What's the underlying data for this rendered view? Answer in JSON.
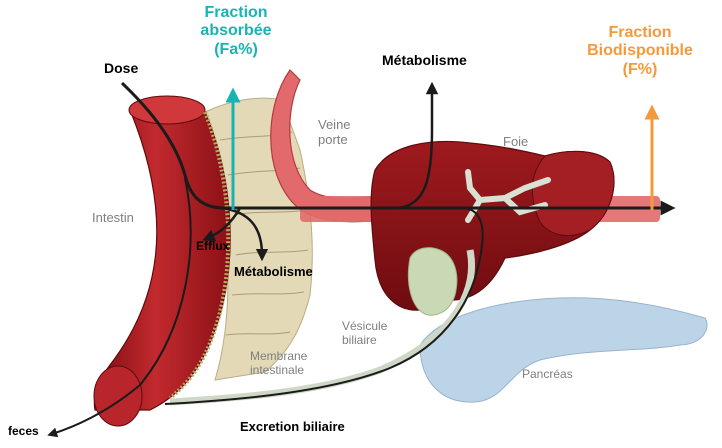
{
  "labels": {
    "dose": "Dose",
    "fa_line1": "Fraction",
    "fa_line2": "absorbée",
    "fa_line3": "(Fa%)",
    "metabolism_top": "Métabolisme",
    "f_line1": "Fraction",
    "f_line2": "Biodisponible",
    "f_line3": "(F%)",
    "veine_line1": "Veine",
    "veine_line2": "porte",
    "foie": "Foie",
    "intestin": "Intestin",
    "efflux": "Efflux",
    "metabolism_gut": "Métabolisme",
    "vesicule_line1": "Vésicule",
    "vesicule_line2": "biliaire",
    "membrane_line1": "Membrane",
    "membrane_line2": "intestinale",
    "pancreas": "Pancréas",
    "feces": "feces",
    "excretion": "Excretion biliaire"
  },
  "colors": {
    "absorbed_arrow": "#1ab3b3",
    "bioavailable_arrow": "#f59a3a",
    "organ_red": "#a8161c",
    "liver": "#8e1418",
    "membrane": "#e3d9b6",
    "pancreas": "#bcd4e8",
    "gallbladder": "#c9d9b6",
    "pathway": "#1b1b1b"
  }
}
